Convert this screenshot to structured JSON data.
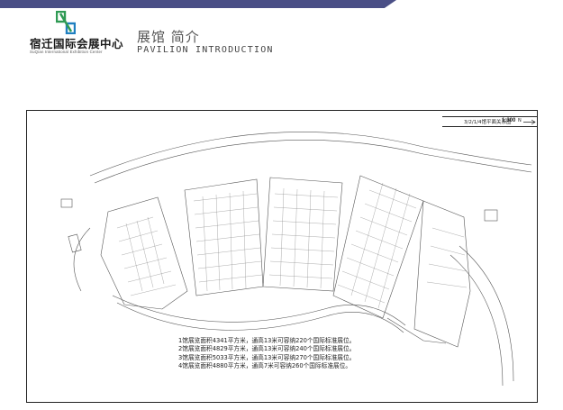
{
  "brand": {
    "name_cn": "宿迁国际会展中心",
    "name_en": "SuQian International Exhibition Center",
    "logo_icon": "s-logo-icon",
    "logo_colors": {
      "green": "#2f9a54",
      "blue": "#1f7fc0"
    }
  },
  "header": {
    "title_cn": "展馆 简介",
    "title_en": "PAVILION INTRODUCTION",
    "stripe_color": "#4a4f86"
  },
  "plan": {
    "title": "3/2/1/4馆平面关系图",
    "scale": "1:300",
    "north_label": "N",
    "notes": [
      "1馆展览面积4341平方米，通高13米可容纳220个国际标准展位。",
      "2馆展览面积4829平方米，通高13米可容纳240个国际标准展位。",
      "3馆展览面积5033平方米，通高13米可容纳270个国际标准展位。",
      "4馆展览面积4880平方米，通高7米可容纳260个国际标准展位。"
    ]
  }
}
